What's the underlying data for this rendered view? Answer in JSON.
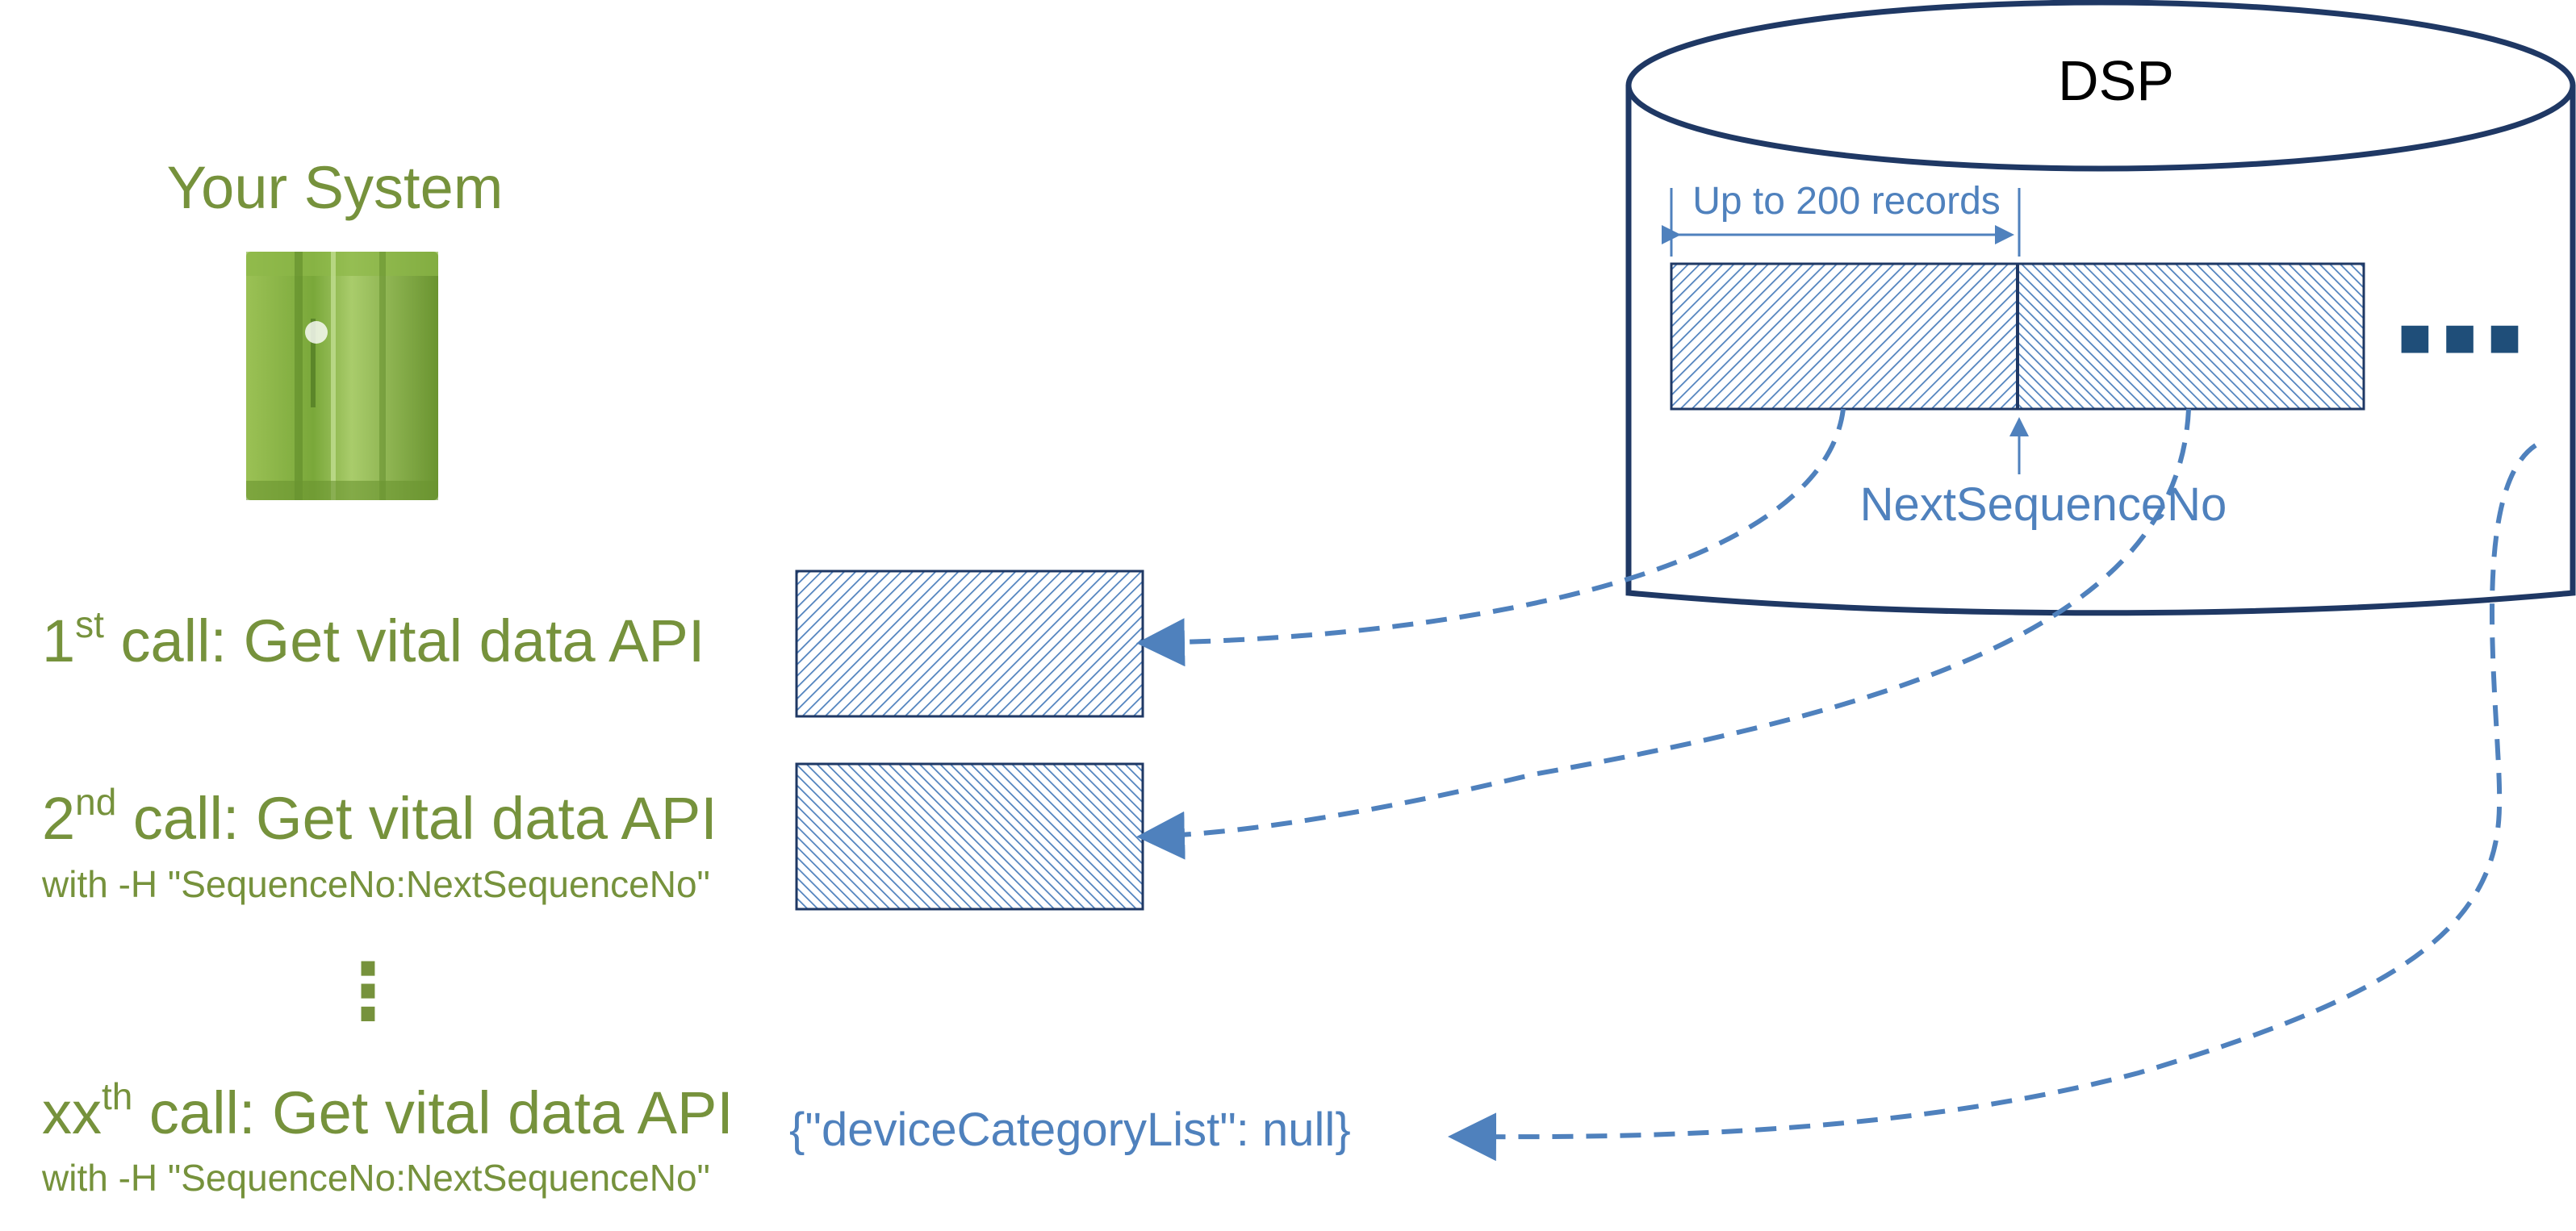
{
  "system": {
    "title": "Your System",
    "icon": "server-icon"
  },
  "dsp": {
    "title": "DSP",
    "range_label": "Up to 200 records",
    "next_label": "NextSequenceNo",
    "more_indicator": "■ ■ ■"
  },
  "calls": [
    {
      "prefix": "1",
      "ordinal": "st",
      "label": " call: Get vital data API",
      "sub": ""
    },
    {
      "prefix": "2",
      "ordinal": "nd",
      "label": " call: Get vital data API",
      "sub": "with -H \"SequenceNo:NextSequenceNo\""
    },
    {
      "prefix": "xx",
      "ordinal": "th",
      "label": " call: Get vital data API",
      "sub": "with -H \"SequenceNo:NextSequenceNo\""
    }
  ],
  "ellipsis": "⋮",
  "null_response": "{\"deviceCategoryList\": null}",
  "colors": {
    "green": "#76923c",
    "blue": "#4f81bd",
    "navy": "#1f3864",
    "record_fill": "#dce6f2"
  }
}
